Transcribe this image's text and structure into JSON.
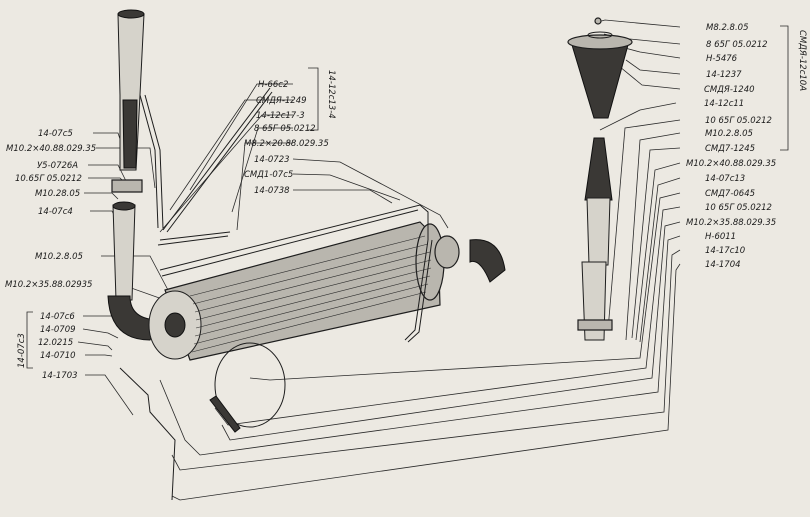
{
  "labels": {
    "l_14_07s5": "14-07с5",
    "l_m10_2_40": "М10.2×40.88.029.35",
    "l_u5_0726a": "У5-0726А",
    "l_10_65g_left": "10.65Г 05.0212",
    "l_m10_28_05": "М10.28.05",
    "l_14_07s4": "14-07с4",
    "l_m10_2_8_05_left": "М10.2.8.05",
    "l_m10_2_35_left": "М10.2×35.88.02935",
    "l_14_07s6": "14-07с6",
    "l_14_0709": "14-0709",
    "l_12_0215": "12.0215",
    "l_14_0710": "14-0710",
    "l_14_1703": "14-1703",
    "l_n_66s2": "Н-66с2",
    "l_smdya_1249": "СМДЯ-1249",
    "l_14_12s17_3": "14-12с17-3",
    "l_8_65g_mid": "8 65Г 05.0212",
    "l_m8_2_20": "М8.2×20.88.029.35",
    "l_14_0723": "14-0723",
    "l_smd1_07s5": "СМД1-07с5",
    "l_14_0738": "14-0738",
    "l_m8_2_8_05": "М8.2.8.05",
    "l_8_65g_top": "8 65Г 05.0212",
    "l_n_5476": "Н-5476",
    "l_14_1237": "14-1237",
    "l_smdya_1240": "СМДЯ-1240",
    "l_14_12s11": "14-12с11",
    "l_10_65g_r1": "10 65Г 05.0212",
    "l_m10_2_8_05_r": "М10.2.8.05",
    "l_smd7_1245": "СМД7-1245",
    "l_m10_2_40_r": "М10.2×40.88.029.35",
    "l_14_07s13": "14-07с13",
    "l_smd7_0645": "СМД7-0645",
    "l_10_65g_r2": "10 65Г 05.0212",
    "l_m10_2_35_r": "М10.2×35.88.029.35",
    "l_n_6011": "Н-6011",
    "l_14_17s10": "14-17с10",
    "l_14_1704": "14-1704"
  },
  "groups": {
    "g_14_12s13_4": "14-12с13-4",
    "g_14_07s3": "14-07с3",
    "g_smdya_12s10a": "СМДЯ-12с10А"
  }
}
